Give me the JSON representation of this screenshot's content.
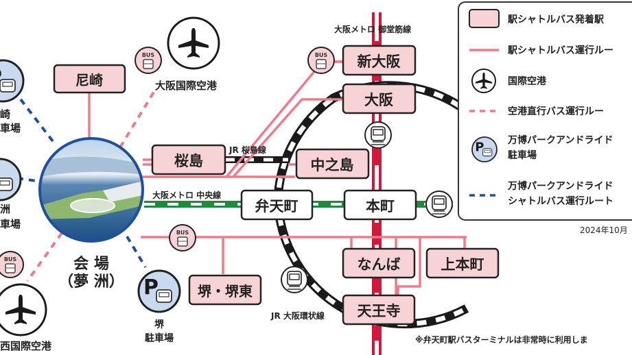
{
  "colors": {
    "shuttle_route": "#f07a8a",
    "station_fill": "#f7d3d6",
    "midosuji": "#d4173a",
    "chuo_line": "#1a8c3a",
    "parking_route": "#1f4fa0",
    "parking_fill": "#c9d9f0",
    "venue_ring": "#1f4fa0"
  },
  "lines": {
    "midosuji": "大阪メトロ 御堂筋線",
    "sakurajima": "JR 桜島線",
    "chuo": "大阪メトロ 中央線",
    "loop": "JR 大阪環状線"
  },
  "stations": {
    "amagasaki": "尼崎",
    "shin_osaka": "新大阪",
    "osaka": "大阪",
    "sakurajima": "桜島",
    "nakanoshima": "中之島",
    "bentencho": "弁天町",
    "honmachi": "本町",
    "namba": "なんば",
    "uehonmachi": "上本町",
    "tennoji": "天王寺",
    "sakai": "堺・堺東"
  },
  "venue": {
    "line1": "会 場",
    "line2": "（夢 洲）"
  },
  "airports": {
    "itami": "大阪国際空港",
    "kansai": "西国際空港"
  },
  "parking": {
    "amagasaki_l1": "崎",
    "amagasaki_l2": "車場",
    "sakishima_l1": "洲",
    "sakishima_l2": "車場",
    "sakai_l1": "堺",
    "sakai_l2": "駐車場"
  },
  "bus_badge": "BUS",
  "legend": {
    "items": [
      {
        "icon": "station-box",
        "label": "駅シャトルバス発着駅"
      },
      {
        "icon": "solid-pink-line",
        "label": "駅シャトルバス運行ルー"
      },
      {
        "icon": "airport-icon",
        "label": "国際空港"
      },
      {
        "icon": "dashed-pink-line",
        "label": "空港直行バス運行ルー"
      },
      {
        "icon": "parking-icon",
        "label": "万博パークアンドライド",
        "label2": "駐車場"
      },
      {
        "icon": "dashed-blue-line",
        "label": "万博パークアンドライド",
        "label2": "シャトルバス運行ルート"
      }
    ],
    "date": "2024年10月"
  },
  "footnote": "※弁天町駅バスターミナルは非常時に利用しま"
}
